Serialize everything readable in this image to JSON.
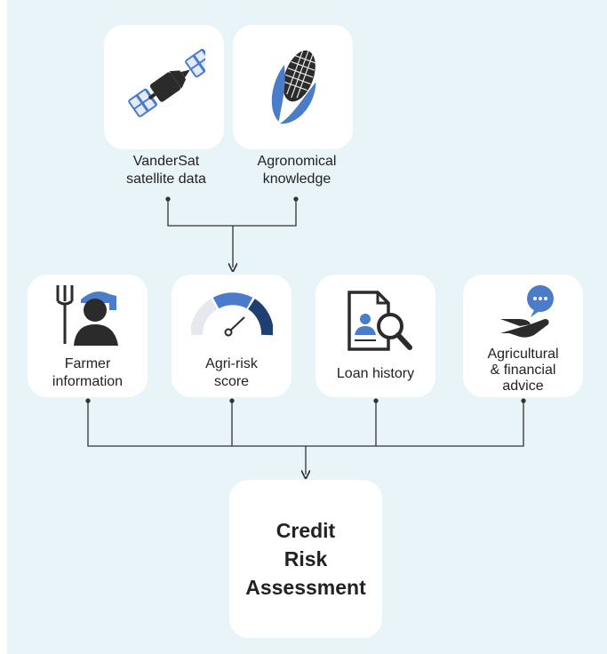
{
  "sources": [
    {
      "label": "VanderSat\nsatellite data",
      "icon": "satellite-icon"
    },
    {
      "label": "Agronomical\nknowledge",
      "icon": "corn-icon"
    }
  ],
  "inputs": [
    {
      "label": "Farmer\ninformation",
      "icon": "farmer-icon"
    },
    {
      "label": "Agri-risk\nscore",
      "icon": "gauge-icon"
    },
    {
      "label": "Loan history",
      "icon": "document-search-icon"
    },
    {
      "label": "Agricultural\n& financial\nadvice",
      "icon": "hand-chat-icon"
    }
  ],
  "result": {
    "title": "Credit\nRisk\nAssessment"
  },
  "colors": {
    "accent_blue": "#4a7cc9",
    "dark": "#2b2b2b",
    "navy": "#1f3f73",
    "light_gray": "#e5e9ee",
    "background": "#e8f4f8"
  }
}
